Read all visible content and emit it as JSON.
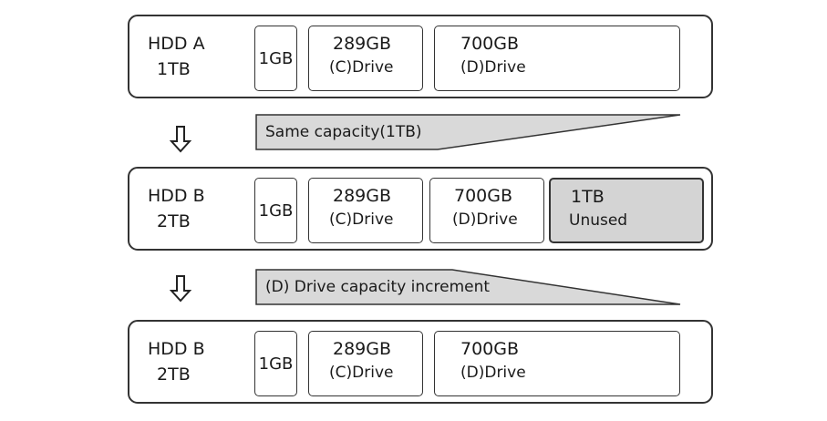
{
  "disks": [
    {
      "name": "HDD A",
      "capacity": "1TB",
      "boot": "1GB",
      "partitions": [
        {
          "size": "289GB",
          "name": "(C)Drive"
        },
        {
          "size": "700GB",
          "name": "(D)Drive"
        }
      ]
    },
    {
      "name": "HDD B",
      "capacity": "2TB",
      "boot": "1GB",
      "partitions": [
        {
          "size": "289GB",
          "name": "(C)Drive"
        },
        {
          "size": "700GB",
          "name": "(D)Drive"
        },
        {
          "size": "1TB",
          "name": "Unused"
        }
      ]
    },
    {
      "name": "HDD B",
      "capacity": "2TB",
      "boot": "1GB",
      "partitions": [
        {
          "size": "289GB",
          "name": "(C)Drive"
        },
        {
          "size": "700GB",
          "name": "(D)Drive"
        }
      ]
    }
  ],
  "steps": [
    {
      "label": "Same capacity(1TB)"
    },
    {
      "label": "(D) Drive capacity increment"
    }
  ],
  "colors": {
    "border": "#333333",
    "unused_fill": "#d4d4d4",
    "banner_fill": "#d9d9d9"
  }
}
